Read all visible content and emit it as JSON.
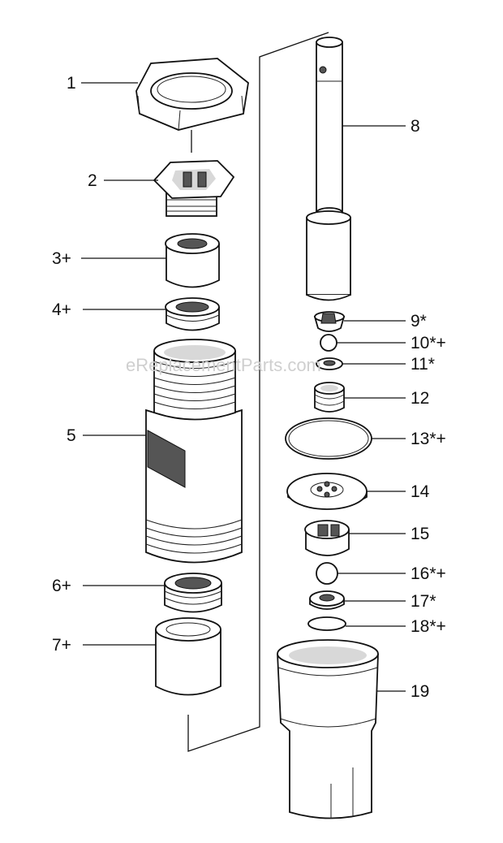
{
  "watermark": "eReplacementParts.com",
  "parts": [
    {
      "id": "1",
      "label": "1"
    },
    {
      "id": "2",
      "label": "2"
    },
    {
      "id": "3",
      "label": "3+"
    },
    {
      "id": "4",
      "label": "4+"
    },
    {
      "id": "5",
      "label": "5"
    },
    {
      "id": "6",
      "label": "6+"
    },
    {
      "id": "7",
      "label": "7+"
    },
    {
      "id": "8",
      "label": "8"
    },
    {
      "id": "9",
      "label": "9*"
    },
    {
      "id": "10",
      "label": "10*+"
    },
    {
      "id": "11",
      "label": "11*"
    },
    {
      "id": "12",
      "label": "12"
    },
    {
      "id": "13",
      "label": "13*+"
    },
    {
      "id": "14",
      "label": "14"
    },
    {
      "id": "15",
      "label": "15"
    },
    {
      "id": "16",
      "label": "16*+"
    },
    {
      "id": "17",
      "label": "17*"
    },
    {
      "id": "18",
      "label": "18*+"
    },
    {
      "id": "19",
      "label": "19"
    }
  ]
}
